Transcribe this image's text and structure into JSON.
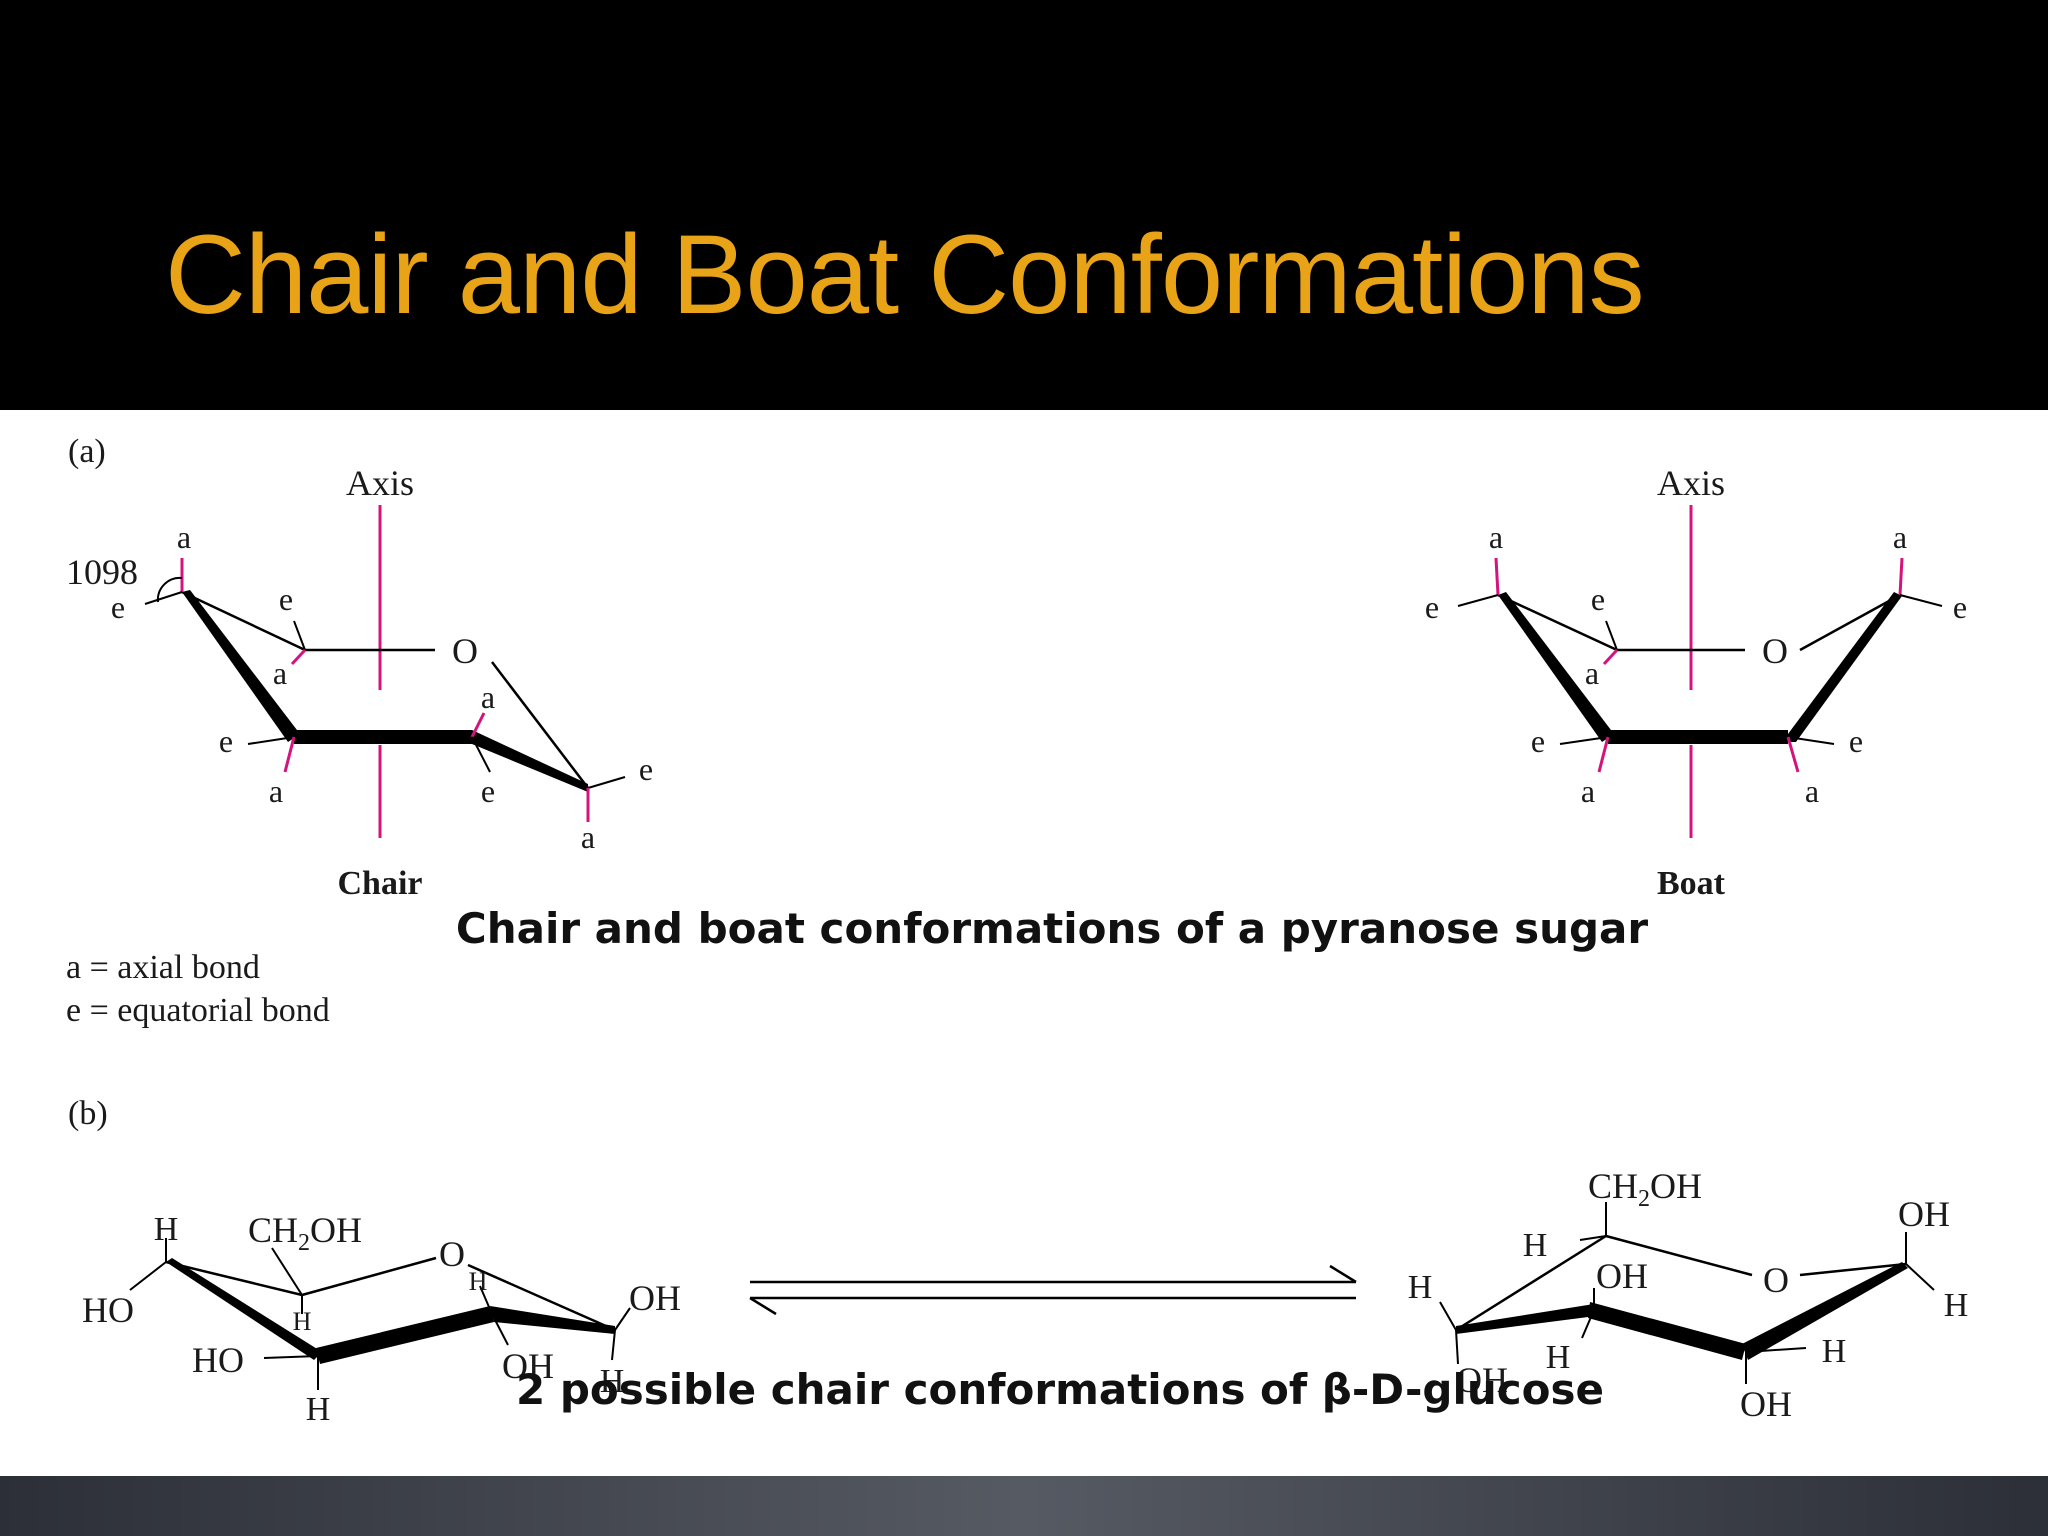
{
  "slide": {
    "title": "Chair and Boat Conformations",
    "title_color": "#e8a317"
  },
  "part_a": {
    "label": "(a)",
    "axis_label": "Axis",
    "angle_label": "1098",
    "axial": "a",
    "equatorial": "e",
    "ring_oxygen": "O",
    "chair_label": "Chair",
    "boat_label": "Boat",
    "caption": "Chair  and boat conformations of a pyranose sugar",
    "legend_axial": "a = axial bond",
    "legend_equatorial": "e = equatorial bond",
    "axial_bond_color": "#d4147c"
  },
  "part_b": {
    "label": "(b)",
    "caption": "2 possible chair conformations of β-D-glucose",
    "H": "H",
    "OH": "OH",
    "HO": "HO",
    "O": "O",
    "CH2OH_main": "CH",
    "CH2OH_sub": "2",
    "CH2OH_end": "OH"
  }
}
